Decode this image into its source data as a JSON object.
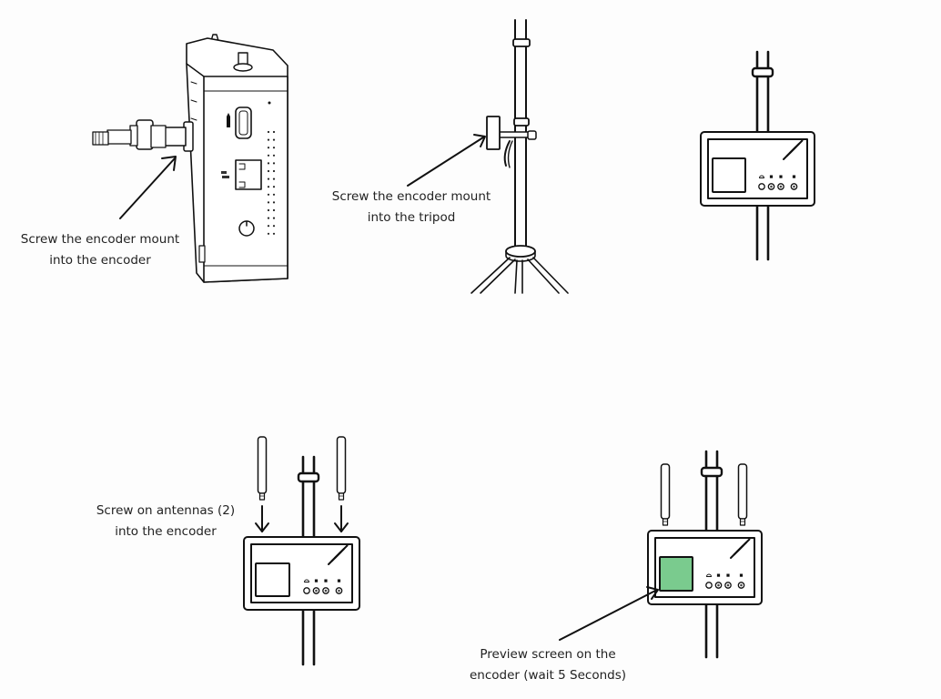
{
  "title": "Encoder tripod mounting steps",
  "steps": [
    {
      "id": 1,
      "caption_line1": "Screw the encoder mount",
      "caption_line2": "into the encoder",
      "illustration": "encoder-side-view-with-mount"
    },
    {
      "id": 2,
      "caption_line1": "Screw the encoder mount",
      "caption_line2": "into the tripod",
      "illustration": "tripod-with-mount"
    },
    {
      "id": 3,
      "caption_line1": "",
      "caption_line2": "",
      "illustration": "encoder-on-pole"
    },
    {
      "id": 4,
      "caption_line1": "Screw on antennas (2)",
      "caption_line2": "into the encoder",
      "illustration": "antennas-arrows-encoder"
    },
    {
      "id": 5,
      "caption_line1": "Preview screen on the",
      "caption_line2": "encoder (wait 5 Seconds)",
      "illustration": "encoder-preview-screen-active"
    }
  ],
  "colors": {
    "line": "#111111",
    "background": "#fdfdfd",
    "preview_screen": "#7acb8e"
  }
}
